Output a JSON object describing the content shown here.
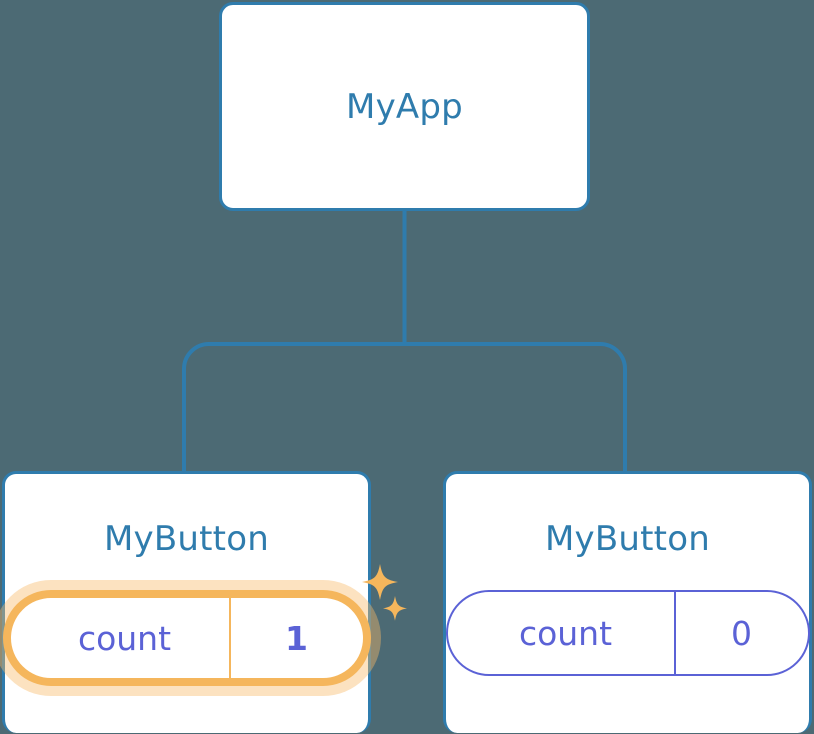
{
  "diagram": {
    "type": "component-tree",
    "background_color": "#4c6a74",
    "edge_color": "#2f7cad",
    "node_border_color": "#2f7cad",
    "node_fill_color": "#ffffff",
    "node_title_color": "#2f7cad",
    "state_color": "#5b62d6",
    "highlight_color": "#f5b65c",
    "highlight_glow_color": "#f7bb69"
  },
  "root": {
    "title": "MyApp"
  },
  "children": [
    {
      "title": "MyButton",
      "state": {
        "key": "count",
        "value": "1"
      },
      "highlighted": true,
      "sparkle_big": "sparkle-icon",
      "sparkle_small": "sparkle-icon"
    },
    {
      "title": "MyButton",
      "state": {
        "key": "count",
        "value": "0"
      },
      "highlighted": false
    }
  ]
}
